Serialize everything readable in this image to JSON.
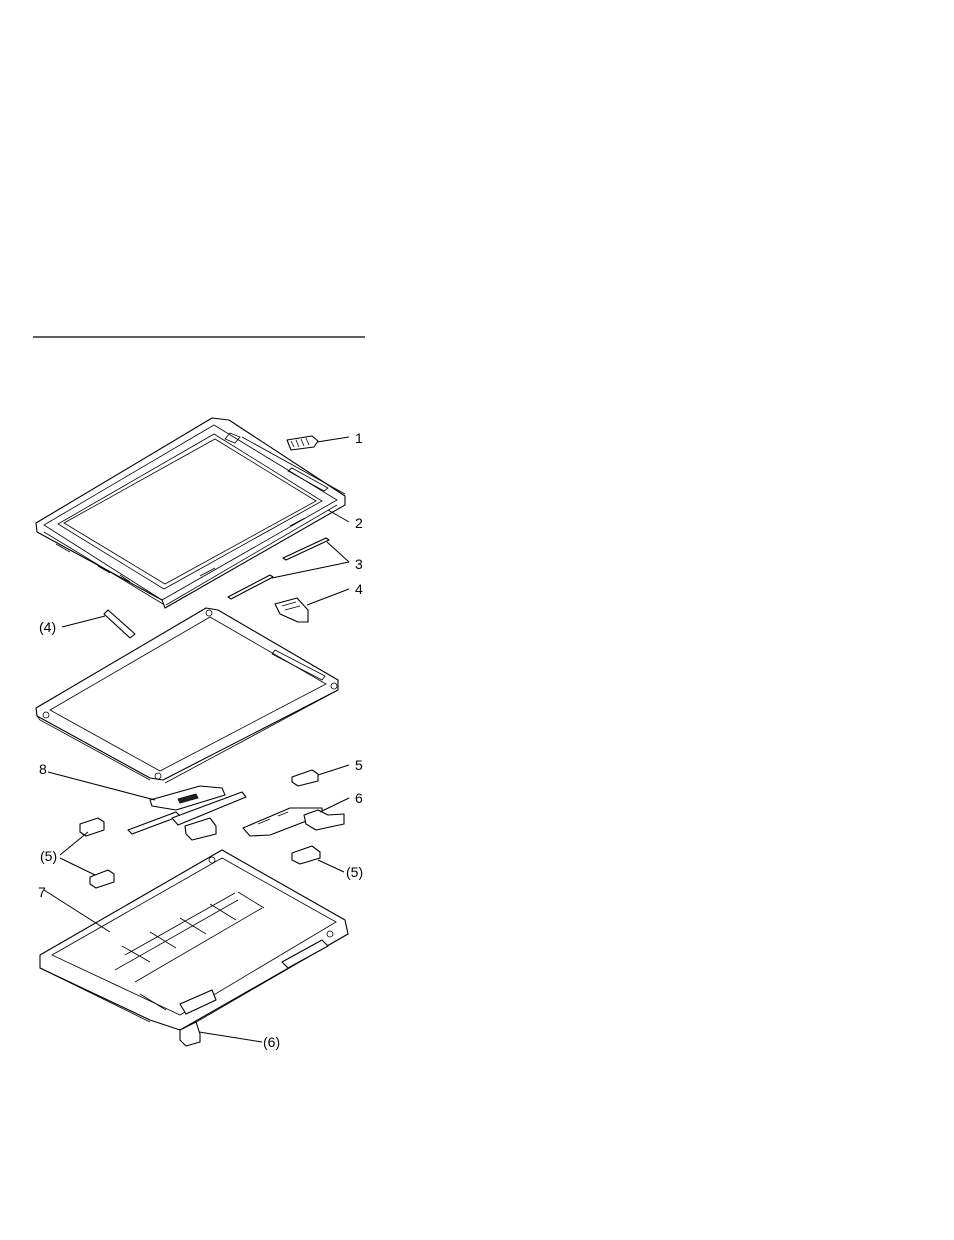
{
  "callouts": [
    {
      "id": "c1",
      "label": "1"
    },
    {
      "id": "c2",
      "label": "2"
    },
    {
      "id": "c3",
      "label": "3"
    },
    {
      "id": "c4",
      "label": "4"
    },
    {
      "id": "c4p",
      "label": "(4)"
    },
    {
      "id": "c5",
      "label": "5"
    },
    {
      "id": "c6",
      "label": "6"
    },
    {
      "id": "c8",
      "label": "8"
    },
    {
      "id": "c5pl",
      "label": "(5)"
    },
    {
      "id": "c5pr",
      "label": "(5)"
    },
    {
      "id": "c7",
      "label": "7"
    },
    {
      "id": "c6p",
      "label": "(6)"
    }
  ]
}
